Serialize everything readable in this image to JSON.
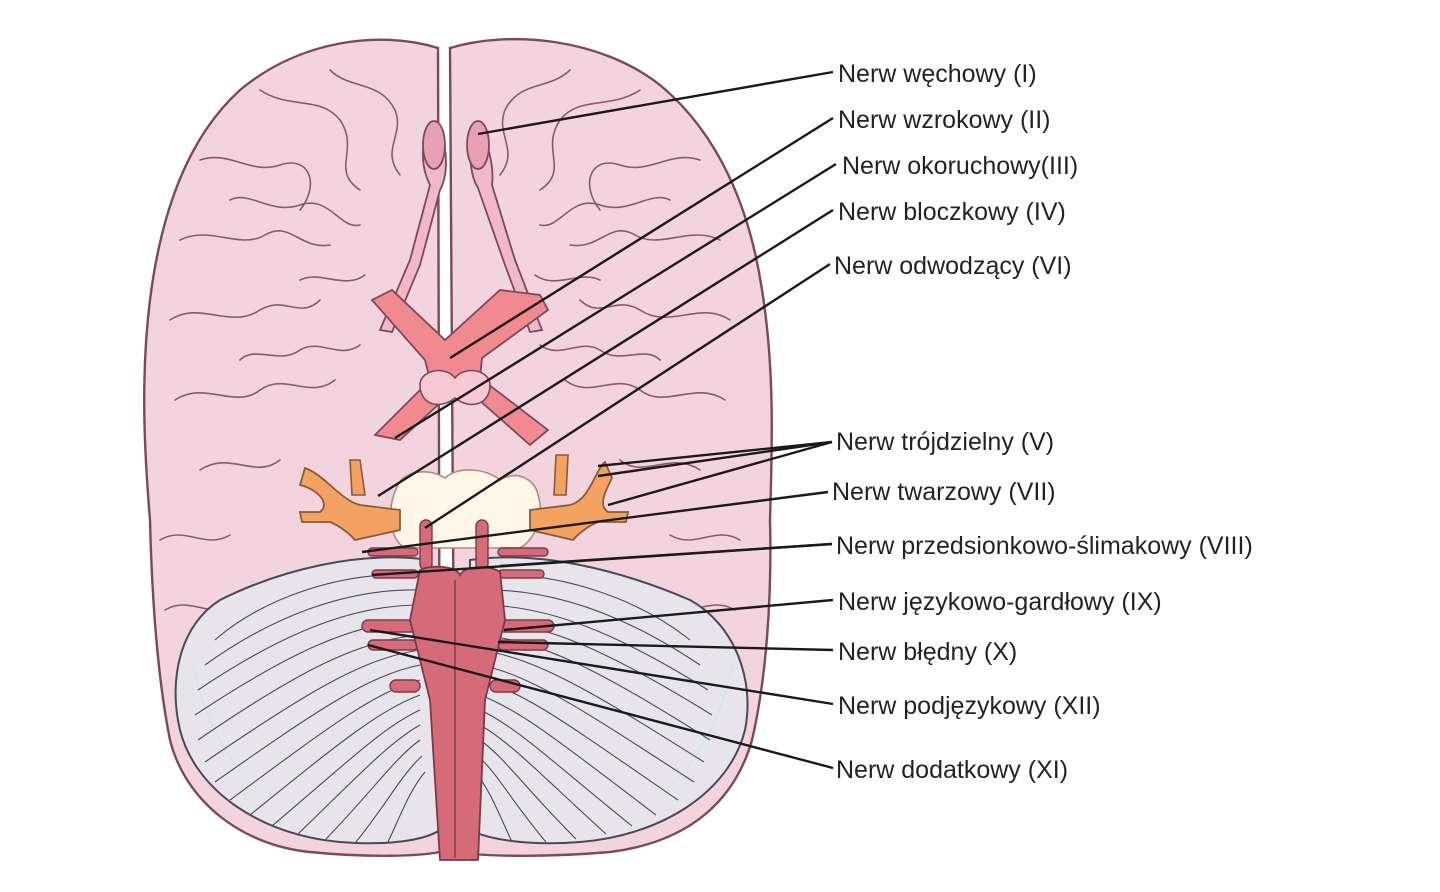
{
  "figure": {
    "colors": {
      "cerebrum": "#f3d4de",
      "cerebrum_outline": "#7a4a5c",
      "cerebellum": "#e8e4ec",
      "cerebellum_shade": "#cfe6ee",
      "optic_chiasm": "#f08a90",
      "pons": "#fff6e8",
      "trigeminal": "#f4a262",
      "brainstem": "#d56a78",
      "leader_line": "#1a1a1a",
      "label_text": "#2a1e26"
    },
    "labels": [
      {
        "id": "I",
        "text": "Nerw węchowy (I)"
      },
      {
        "id": "II",
        "text": "Nerw wzrokowy (II)"
      },
      {
        "id": "III",
        "text": "Nerw okoruchowy(III)"
      },
      {
        "id": "IV",
        "text": "Nerw bloczkowy (IV)"
      },
      {
        "id": "VI",
        "text": "Nerw odwodzący (VI)"
      },
      {
        "id": "V",
        "text": "Nerw trójdzielny (V)"
      },
      {
        "id": "VII",
        "text": "Nerw twarzowy (VII)"
      },
      {
        "id": "VIII",
        "text": "Nerw przedsionkowo-ślimakowy (VIII)"
      },
      {
        "id": "IX",
        "text": "Nerw językowo-gardłowy (IX)"
      },
      {
        "id": "X",
        "text": "Nerw błędny (X)"
      },
      {
        "id": "XII",
        "text": "Nerw podjęzykowy (XII)"
      },
      {
        "id": "XI",
        "text": "Nerw dodatkowy (XI)"
      }
    ]
  }
}
